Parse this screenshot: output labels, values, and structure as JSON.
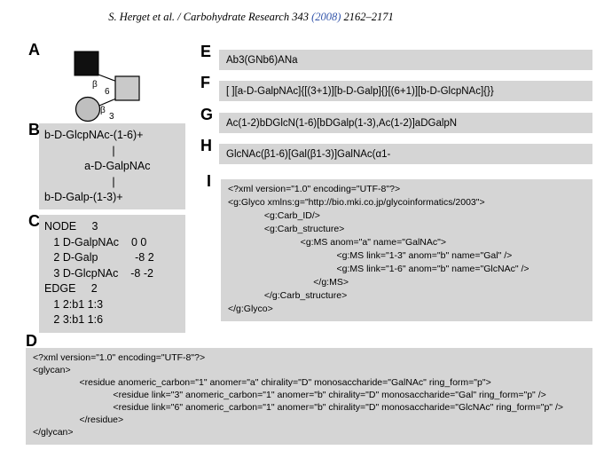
{
  "header": {
    "text_before": "S. Herget et al. / Carbohydrate Research 343 ",
    "year": "(2008)",
    "text_after": " 2162–2171"
  },
  "colors": {
    "box_bg": "#d5d5d5",
    "year_link": "#3355aa"
  },
  "panel_a": {
    "label": "A",
    "symbols": {
      "glcnac": "filled-black-square",
      "galnac": "gray-square",
      "gal": "gray-circle"
    },
    "upper_anomer": "β",
    "upper_position": "6",
    "lower_anomer": "β",
    "lower_position": "3"
  },
  "panel_b": {
    "label": "B",
    "lines": [
      "b-D-GlcpNAc-(1-6)+",
      "                      |",
      "             a-D-GalpNAc",
      "                      |",
      "b-D-Galp-(1-3)+"
    ]
  },
  "panel_c": {
    "label": "C",
    "lines": [
      "NODE     3",
      "   1 D-GalpNAc    0 0",
      "   2 D-Galp            -8 2",
      "   3 D-GlcpNAc    -8 -2",
      "EDGE     2",
      "   1 2:b1 1:3",
      "   2 3:b1 1:6"
    ]
  },
  "panel_d": {
    "label": "D",
    "lines": [
      "<?xml version=\"1.0\" encoding=\"UTF-8\"?>",
      "<glycan>",
      "                  <residue anomeric_carbon=\"1\" anomer=\"a\" chirality=\"D\" monosaccharide=\"GalNAc\" ring_form=\"p\">",
      "                               <residue link=\"3\" anomeric_carbon=\"1\" anomer=\"b\" chirality=\"D\" monosaccharide=\"Gal\" ring_form=\"p\" />",
      "                               <residue link=\"6\" anomeric_carbon=\"1\" anomer=\"b\" chirality=\"D\" monosaccharide=\"GlcNAc\" ring_form=\"p\" />",
      "                  </residue>",
      "</glycan>"
    ]
  },
  "panel_e": {
    "label": "E",
    "code": "Ab3(GNb6)ANa"
  },
  "panel_f": {
    "label": "F",
    "code": "[ ][a-D-GalpNAc]{[(3+1)][b-D-Galp]{}[(6+1)][b-D-GlcpNAc]{}}"
  },
  "panel_g": {
    "label": "G",
    "code": "Ac(1-2)bDGlcN(1-6)[bDGalp(1-3),Ac(1-2)]aDGalpN"
  },
  "panel_h": {
    "label": "H",
    "code": "GlcNAc(β1-6)[Gal(β1-3)]GalNAc(α1-"
  },
  "panel_i": {
    "label": "I",
    "lines": [
      "<?xml version=\"1.0\" encoding=\"UTF-8\"?>",
      "<g:Glyco xmlns:g=\"http://bio.mki.co.jp/glycoinformatics/2003\">",
      "              <g:Carb_ID/>",
      "              <g:Carb_structure>",
      "                            <g:MS anom=\"a\" name=\"GalNAc\">",
      "                                          <g:MS link=\"1-3\" anom=\"b\" name=\"Gal\" />",
      "                                          <g:MS link=\"1-6\" anom=\"b\" name=\"GlcNAc\" />",
      "                                 </g:MS>",
      "              </g:Carb_structure>",
      "</g:Glyco>"
    ]
  }
}
